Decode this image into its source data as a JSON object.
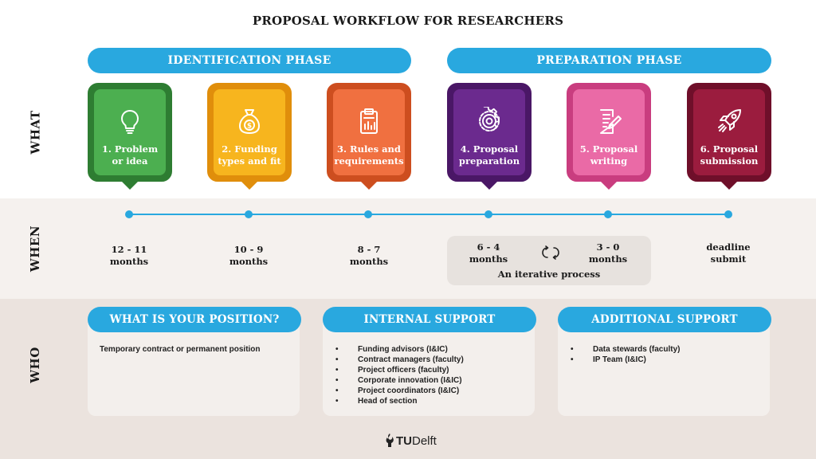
{
  "title": "PROPOSAL WORKFLOW FOR RESEARCHERS",
  "rows": {
    "what": "WHAT",
    "when": "WHEN",
    "who": "WHO"
  },
  "phases": {
    "identification": "IDENTIFICATION PHASE",
    "preparation": "PREPARATION PHASE"
  },
  "steps": [
    {
      "line1": "1. Problem",
      "line2": "or idea",
      "icon": "lightbulb-icon",
      "color": "#4caf50",
      "border": "#2e7d32"
    },
    {
      "line1": "2. Funding",
      "line2": "types and fit",
      "icon": "money-bag-icon",
      "color": "#f7b51e",
      "border": "#e08e0b"
    },
    {
      "line1": "3. Rules and",
      "line2": "requirements",
      "icon": "clipboard-chart-icon",
      "color": "#f07040",
      "border": "#cd4e1f"
    },
    {
      "line1": "4. Proposal",
      "line2": "preparation",
      "icon": "gear-icon",
      "color": "#6b2a8e",
      "border": "#4a1766"
    },
    {
      "line1": "5. Proposal",
      "line2": "writing",
      "icon": "document-pen-icon",
      "color": "#ea6aa6",
      "border": "#c93d7f"
    },
    {
      "line1": "6. Proposal",
      "line2": "submission",
      "icon": "rocket-icon",
      "color": "#9b1c3e",
      "border": "#6f0f2a"
    }
  ],
  "timeline": [
    {
      "line1": "12 - 11",
      "line2": "months"
    },
    {
      "line1": "10 - 9",
      "line2": "months"
    },
    {
      "line1": "8 - 7",
      "line2": "months"
    },
    {
      "line1": "6 - 4",
      "line2": "months"
    },
    {
      "line1": "3 - 0",
      "line2": "months"
    },
    {
      "line1": "deadline",
      "line2": "submit"
    }
  ],
  "iterative_label": "An iterative process",
  "who": {
    "position": {
      "heading": "WHAT IS YOUR POSITION?",
      "text": "Temporary contract or permanent position"
    },
    "internal": {
      "heading": "INTERNAL SUPPORT",
      "items": [
        "Funding advisors (I&IC)",
        "Contract managers (faculty)",
        "Project officers (faculty)",
        "Corporate innovation (I&IC)",
        "Project coordinators (I&IC)",
        "Head of section"
      ]
    },
    "additional": {
      "heading": "ADDITIONAL SUPPORT",
      "items": [
        "Data stewards (faculty)",
        "IP Team (I&IC)"
      ]
    }
  },
  "logo": {
    "part1": "TU",
    "part2": "Delft"
  },
  "colors": {
    "accent": "#29a8df"
  }
}
